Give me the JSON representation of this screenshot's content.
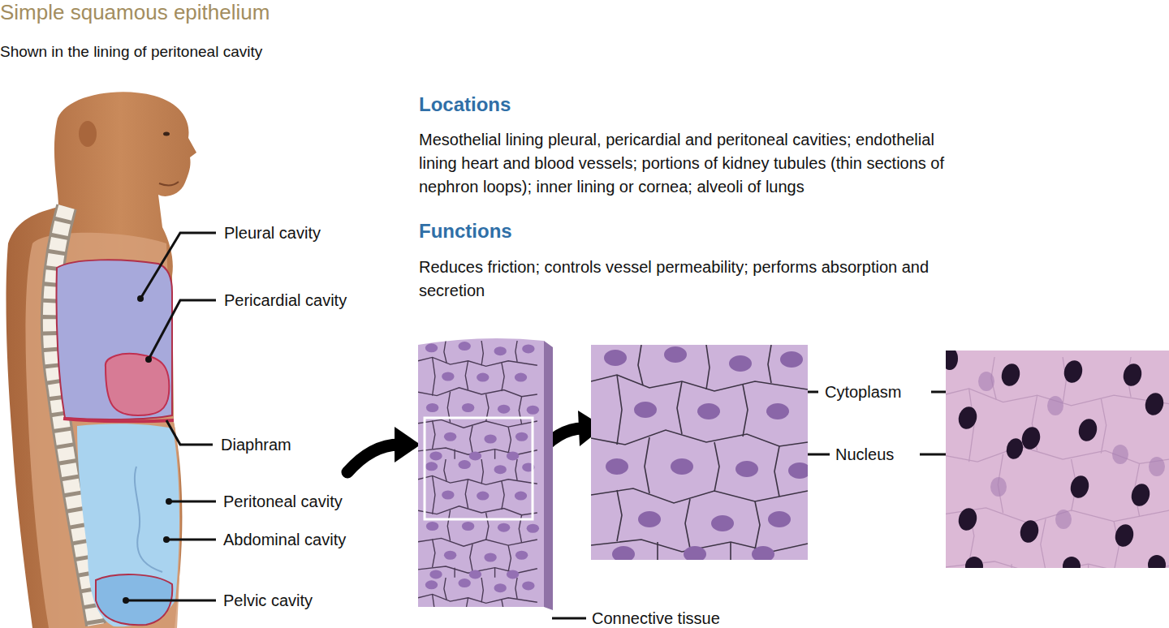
{
  "diagram": {
    "title": "Simple squamous epithelium",
    "labels": [
      "Shown in the lining of peritoneal cavity",
      "Locations",
      "Mesothelial lining pleural, pericardial and peritoneal cavities; endothelial lining heart and blood vessels; portions of kidney tubules (thin sections of nephron loops); inner lining or cornea; alveoli of lungs",
      "Functions",
      "Reduces friction; controls vessel permeability; performs absorption and secretion",
      "Pleural cavity",
      "Pericardial cavity",
      "Diaphram",
      "Peritoneal cavity",
      "Abdominal cavity",
      "Pelvic cavity",
      "Cytoplasm",
      "Nucleus",
      "Connective tissue"
    ]
  }
}
